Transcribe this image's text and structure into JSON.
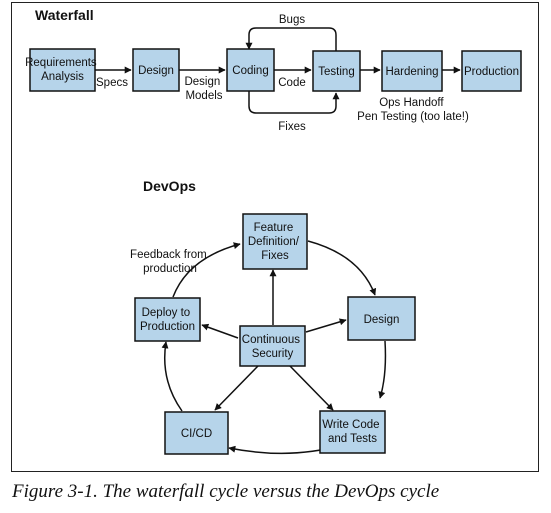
{
  "sections": {
    "waterfall_title": "Waterfall",
    "devops_title": "DevOps"
  },
  "waterfall": {
    "nodes": {
      "requirements": [
        "Requirements",
        "Analysis"
      ],
      "design": [
        "Design"
      ],
      "coding": [
        "Coding"
      ],
      "testing": [
        "Testing"
      ],
      "hardening": [
        "Hardening"
      ],
      "production": [
        "Production"
      ]
    },
    "labels": {
      "specs": [
        "Specs"
      ],
      "design_models": [
        "Design",
        "Models"
      ],
      "code": [
        "Code"
      ],
      "bugs": [
        "Bugs"
      ],
      "fixes": [
        "Fixes"
      ],
      "ops_handoff": [
        "Ops Handoff",
        "Pen Testing (too late!)"
      ]
    }
  },
  "devops": {
    "nodes": {
      "feature": [
        "Feature",
        "Definition/",
        "Fixes"
      ],
      "design": [
        "Design"
      ],
      "write_code": [
        "Write Code",
        "and Tests"
      ],
      "cicd": [
        "CI/CD"
      ],
      "deploy": [
        "Deploy to",
        "Production"
      ],
      "security": [
        "Continuous",
        "Security"
      ]
    },
    "labels": {
      "feedback": [
        "Feedback from",
        "production"
      ]
    }
  },
  "colors": {
    "box_fill": "#b6d4ea",
    "stroke": "#111111"
  },
  "caption": "Figure 3-1. The waterfall cycle versus the DevOps cycle"
}
